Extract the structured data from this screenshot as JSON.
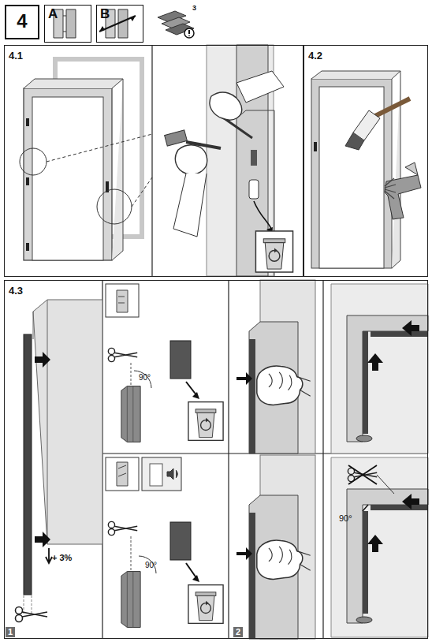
{
  "diagram": {
    "nodes": [
      {
        "text": [
          "4"
        ]
      },
      {
        "text": [
          "A"
        ]
      },
      {
        "text": [
          "B"
        ]
      },
      {
        "text": [
          "4.1"
        ]
      },
      {
        "text": [
          "4.2"
        ]
      },
      {
        "text": [
          "4.3"
        ]
      }
    ],
    "labels": [
      "3",
      "+ 3%",
      "1",
      "90°",
      "90°",
      "2",
      "90°"
    ]
  }
}
